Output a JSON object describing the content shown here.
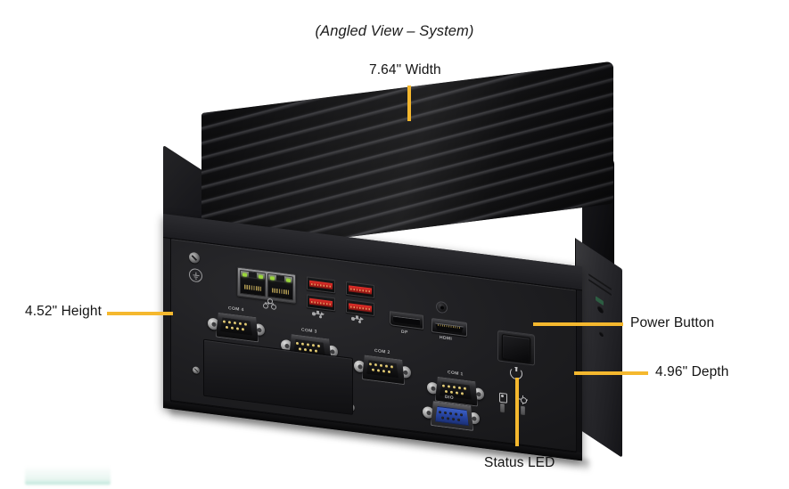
{
  "page": {
    "caption": "(Angled View – System)",
    "accent_color": "#f5b82e",
    "background_color": "#ffffff",
    "text_color": "#141414"
  },
  "callouts": [
    {
      "id": "width",
      "label": "7.64\" Width",
      "position": "top",
      "leader": "vertical"
    },
    {
      "id": "height",
      "label": "4.52\" Height",
      "position": "left",
      "leader": "horizontal"
    },
    {
      "id": "power-button",
      "label": "Power Button",
      "position": "right-upper",
      "leader": "horizontal"
    },
    {
      "id": "depth",
      "label": "4.96\" Depth",
      "position": "right-lower",
      "leader": "horizontal"
    },
    {
      "id": "status-led",
      "label": "Status LED",
      "position": "bottom",
      "leader": "vertical"
    }
  ],
  "product": {
    "type": "fanless-embedded-system",
    "chassis_color": "#1a1a1d",
    "heatsink": {
      "fin_count": 10,
      "finish": "black anodized"
    },
    "io_panel": {
      "serial_ports": [
        {
          "name": "COM 4",
          "silk": "COM 4",
          "style": "db9-male-black"
        },
        {
          "name": "COM 3",
          "silk": "COM 3",
          "style": "db9-male-black"
        },
        {
          "name": "COM 2",
          "silk": "COM 2",
          "style": "db9-male-black"
        },
        {
          "name": "COM 1",
          "silk": "COM 1",
          "style": "db9-male-black"
        }
      ],
      "dio_port": {
        "silk": "DIO",
        "style": "db9-female-blue"
      },
      "video_ports": [
        {
          "silk": "DP",
          "type": "displayport"
        },
        {
          "silk": "HDMI",
          "type": "hdmi"
        }
      ],
      "lan_ports": {
        "count": 2,
        "type": "RJ45",
        "led_color": "#9ad63c"
      },
      "usb_ports": {
        "count": 4,
        "type": "USB 3.2",
        "tongue_color": "#b81f1b"
      },
      "power_button": {
        "symbol": "power-symbol"
      },
      "status_leds": [
        {
          "name": "hdd-activity-led",
          "glyph": "drive-icon"
        },
        {
          "name": "power-status-led",
          "glyph": "power-led-icon"
        }
      ],
      "ground_terminal": {
        "glyph": "earth-ground-icon"
      },
      "expansion_cover": {
        "label": ""
      }
    }
  }
}
